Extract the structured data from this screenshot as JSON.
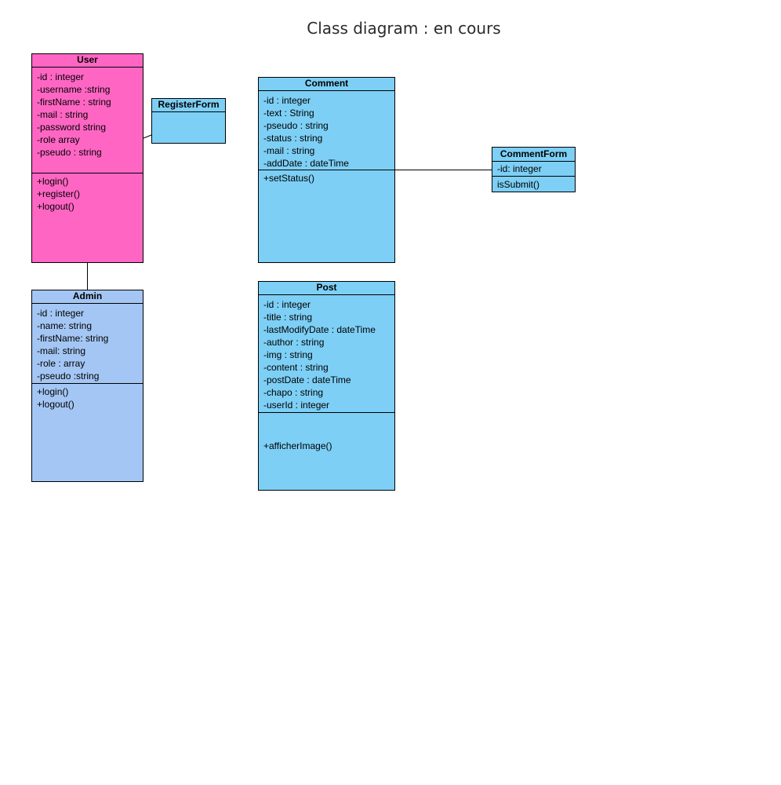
{
  "title": "Class diagram : en cours",
  "classes": {
    "user": {
      "name": "User",
      "color": "#ff66c4",
      "attributes": [
        "-id : integer",
        "-username :string",
        "-firstName : string",
        "-mail : string",
        "-password string",
        "-role array",
        "-pseudo : string"
      ],
      "methods": [
        "+login()",
        "+register()",
        "+logout()"
      ]
    },
    "admin": {
      "name": "Admin",
      "color": "#a4c6f4",
      "attributes": [
        "-id : integer",
        "-name: string",
        "-firstName: string",
        "-mail: string",
        "-role : array",
        "-pseudo :string"
      ],
      "methods": [
        "+login()",
        "+logout()"
      ]
    },
    "register_form": {
      "name": "RegisterForm",
      "color": "#7dcff5"
    },
    "comment": {
      "name": "Comment",
      "color": "#7dcff5",
      "attributes": [
        "-id : integer",
        "-text : String",
        "-pseudo : string",
        "-status : string",
        "-mail : string",
        "-addDate : dateTime"
      ],
      "methods": [
        "+setStatus()"
      ]
    },
    "comment_form": {
      "name": "CommentForm",
      "color": "#7dcff5",
      "attributes": [
        "-id: integer"
      ],
      "methods": [
        "isSubmit()"
      ]
    },
    "post": {
      "name": "Post",
      "color": "#7dcff5",
      "attributes": [
        "-id : integer",
        "-title : string",
        "-lastModifyDate : dateTime",
        "-author : string",
        "-img : string",
        "-content : string",
        "-postDate : dateTime",
        "-chapo : string",
        "-userId : integer"
      ],
      "methods": [
        "+afficherImage()"
      ]
    }
  }
}
